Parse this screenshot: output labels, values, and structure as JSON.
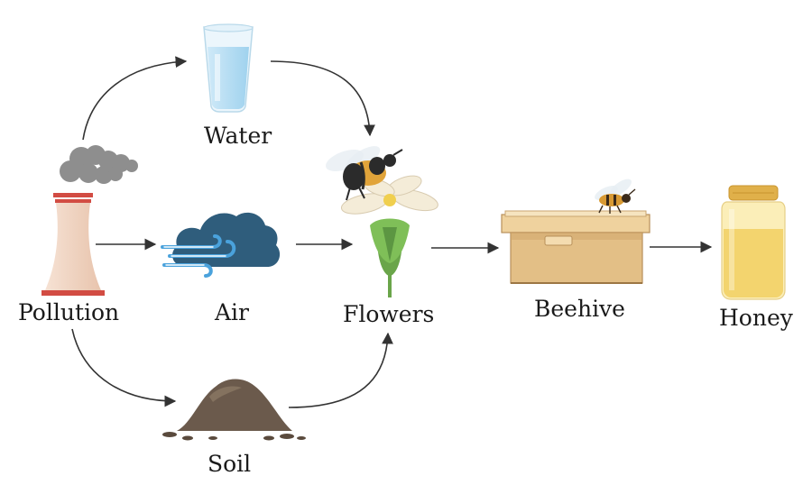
{
  "labels": {
    "pollution": "Pollution",
    "water": "Water",
    "air": "Air",
    "soil": "Soil",
    "flowers": "Flowers",
    "beehive": "Beehive",
    "honey": "Honey"
  },
  "icons": {
    "pollution": "factory-smokestack-icon",
    "water": "water-glass-icon",
    "air": "cloud-wind-icon",
    "soil": "soil-pile-icon",
    "flowers": "flower-with-bee-icon",
    "beehive": "beehive-box-icon",
    "honey": "honey-jar-icon"
  },
  "colors": {
    "arrow": "#333333",
    "cloud": "#2f5d7c",
    "wind": "#4a9fd8",
    "soil": "#6b5a4c",
    "flower_green": "#6aa54a",
    "hive_wood": "#e3c08a",
    "honey": "#f3d46e",
    "smoke": "#8d8d8d",
    "tower": "#f3d9c8",
    "tower_band": "#d24c43"
  }
}
